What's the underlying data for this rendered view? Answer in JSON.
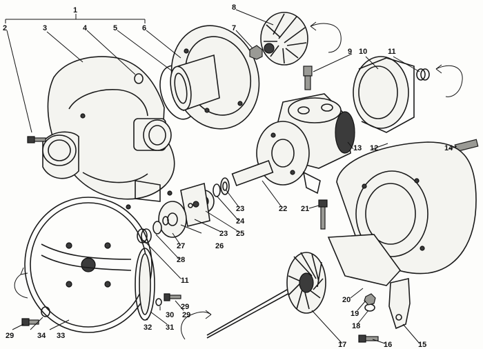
{
  "callouts": [
    "1",
    "2",
    "3",
    "4",
    "5",
    "6",
    "7",
    "8",
    "9",
    "10",
    "11",
    "12",
    "13",
    "14",
    "15",
    "16",
    "17",
    "18",
    "19",
    "20",
    "21",
    "22",
    "23",
    "24",
    "25",
    "26",
    "27",
    "28",
    "29",
    "30",
    "31",
    "32",
    "33",
    "34"
  ],
  "callout_11_repeat": "11",
  "callout_23_repeat": "23",
  "callout_29_repeat": "29",
  "callout_29_third": "29"
}
